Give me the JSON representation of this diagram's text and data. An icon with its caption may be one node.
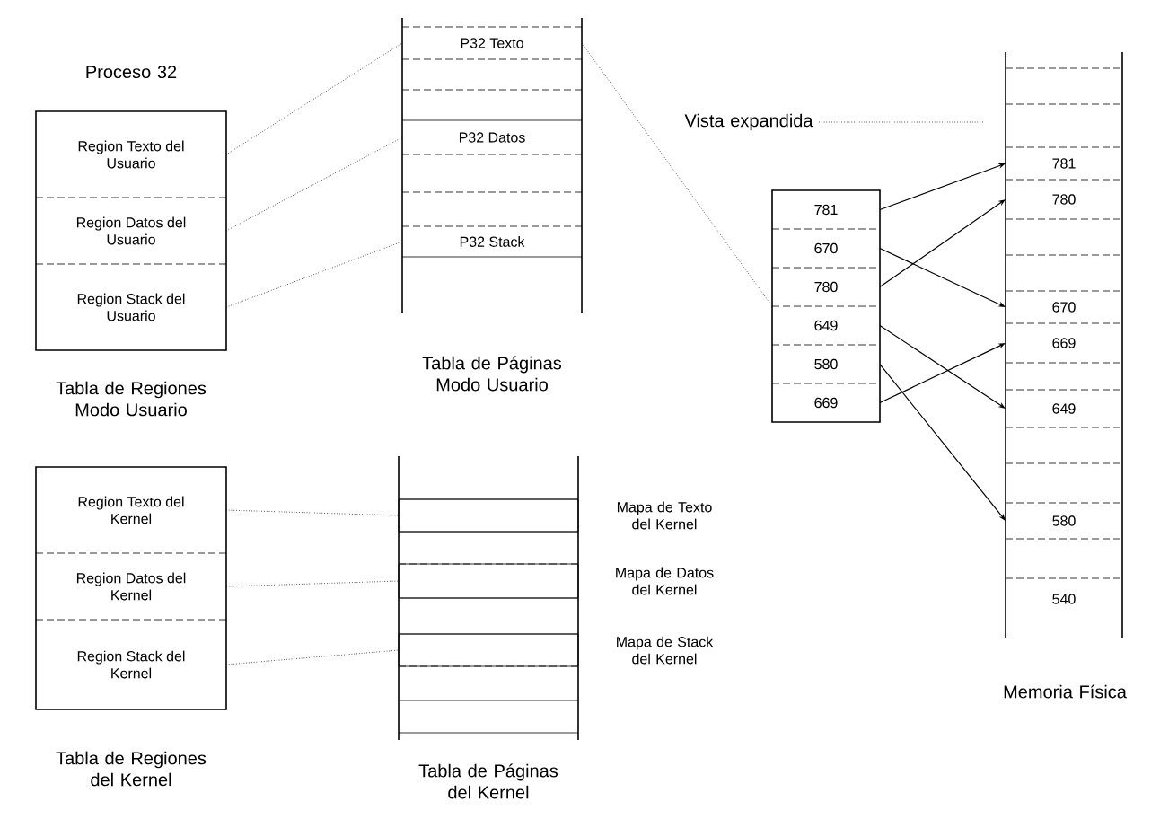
{
  "diagram": {
    "nodes": [
      {
        "text": [
          "Proceso 32",
          "Tabla de Regiones Modo Usuario"
        ]
      },
      {
        "text": [
          "Region Texto del Usuario"
        ],
        "in": 0
      },
      {
        "text": [
          "Region Datos del Usuario"
        ],
        "in": 0
      },
      {
        "text": [
          "Region Stack del Usuario"
        ],
        "in": 0
      },
      {
        "text": [
          "Tabla de Páginas Modo Usuario"
        ]
      },
      {
        "text": [
          "P32 Texto"
        ],
        "in": 4
      },
      {
        "text": [
          "P32 Datos"
        ],
        "in": 4
      },
      {
        "text": [
          "P32 Stack"
        ],
        "in": 4
      },
      {
        "text": [
          "Vista expandida"
        ]
      },
      {
        "text": [
          "781"
        ],
        "in": 8
      },
      {
        "text": [
          "670"
        ],
        "in": 8
      },
      {
        "text": [
          "780"
        ],
        "in": 8
      },
      {
        "text": [
          "649"
        ],
        "in": 8
      },
      {
        "text": [
          "580"
        ],
        "in": 8
      },
      {
        "text": [
          "669"
        ],
        "in": 8
      },
      {
        "text": [
          "Memoria Física"
        ]
      },
      {
        "text": [
          "781"
        ],
        "in": 15
      },
      {
        "text": [
          "780"
        ],
        "in": 15
      },
      {
        "text": [
          "670"
        ],
        "in": 15
      },
      {
        "text": [
          "669"
        ],
        "in": 15
      },
      {
        "text": [
          "649"
        ],
        "in": 15
      },
      {
        "text": [
          "580"
        ],
        "in": 15
      },
      {
        "text": [
          "540"
        ],
        "in": 15
      },
      {
        "text": [
          "Tabla de Regiones del Kernel"
        ]
      },
      {
        "text": [
          "Region Texto del Kernel"
        ],
        "in": 23
      },
      {
        "text": [
          "Region Datos del Kernel"
        ],
        "in": 23
      },
      {
        "text": [
          "Region Stack del Kernel"
        ],
        "in": 23
      },
      {
        "text": [
          "Tabla de Páginas del Kernel"
        ]
      },
      {
        "text": [],
        "shape": "box",
        "in": 27,
        "beside": [
          "Mapa de Texto del Kernel"
        ]
      },
      {
        "text": [],
        "shape": "box",
        "in": 27,
        "beside": [
          "Mapa de Datos del Kernel"
        ]
      },
      {
        "text": [],
        "shape": "box",
        "in": 27,
        "beside": [
          "Mapa de Stack del Kernel"
        ]
      }
    ],
    "edges": [
      {
        "from": 1,
        "to": 5,
        "arrow": "none",
        "style": "dashed"
      },
      {
        "from": 2,
        "to": 6,
        "arrow": "none",
        "style": "dashed"
      },
      {
        "from": 3,
        "to": 7,
        "arrow": "none",
        "style": "dashed"
      },
      {
        "from": 5,
        "to": 8,
        "arrow": "none",
        "style": "dashed"
      },
      {
        "from": 9,
        "to": 16,
        "arrow": "to"
      },
      {
        "from": 10,
        "to": 18,
        "arrow": "to"
      },
      {
        "from": 11,
        "to": 17,
        "arrow": "to"
      },
      {
        "from": 12,
        "to": 20,
        "arrow": "to"
      },
      {
        "from": 13,
        "to": 21,
        "arrow": "to"
      },
      {
        "from": 14,
        "to": 19,
        "arrow": "to"
      },
      {
        "from": 24,
        "to": 28,
        "arrow": "none",
        "style": "dashed"
      },
      {
        "from": 25,
        "to": 29,
        "arrow": "none",
        "style": "dashed"
      },
      {
        "from": 26,
        "to": 30,
        "arrow": "none",
        "style": "dashed"
      }
    ]
  }
}
